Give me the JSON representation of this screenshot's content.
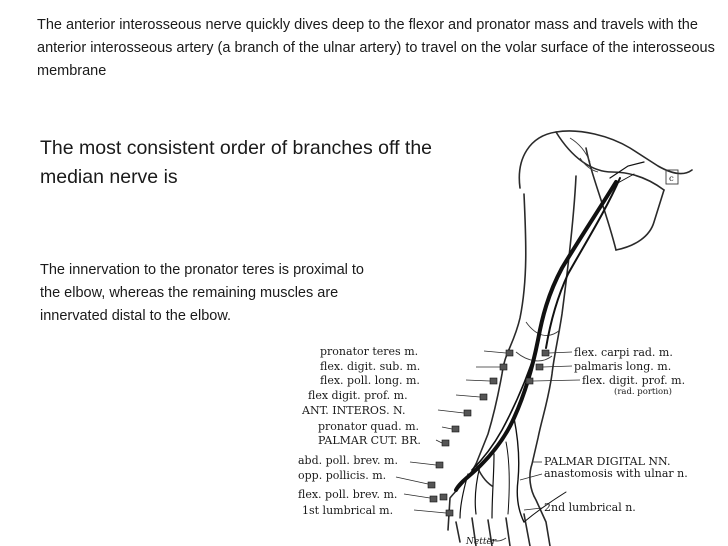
{
  "intro_text": "The anterior interosseous nerve quickly dives deep to the flexor and pronator mass and travels with the anterior interosseous artery (a branch of the ulnar artery) to travel on the volar surface of the interosseous membrane",
  "subheading": "The most consistent order of branches off the median nerve is",
  "body_text": "The innervation to the pronator teres is proximal to the elbow, whereas the remaining muscles are innervated distal to the elbow.",
  "figure": {
    "left_labels": [
      "pronator teres m.",
      "flex. digit. sub. m.",
      "flex. poll. long. m.",
      "flex digit. prof. m.",
      "ANT. INTEROS. N.",
      "pronator quad. m.",
      "PALMAR CUT. BR.",
      "abd. poll. brev. m.",
      "opp. pollicis. m.",
      "flex. poll. brev. m.",
      "1st lumbrical m."
    ],
    "right_labels": [
      "flex. carpi rad. m.",
      "palmaris long. m.",
      "flex. digit. prof. m.",
      "(rad. portion)",
      "PALMAR DIGITAL NN.",
      "anastomosis with ulnar n.",
      "2nd lumbrical n."
    ],
    "box_letter": "c",
    "signature": "Netter"
  }
}
